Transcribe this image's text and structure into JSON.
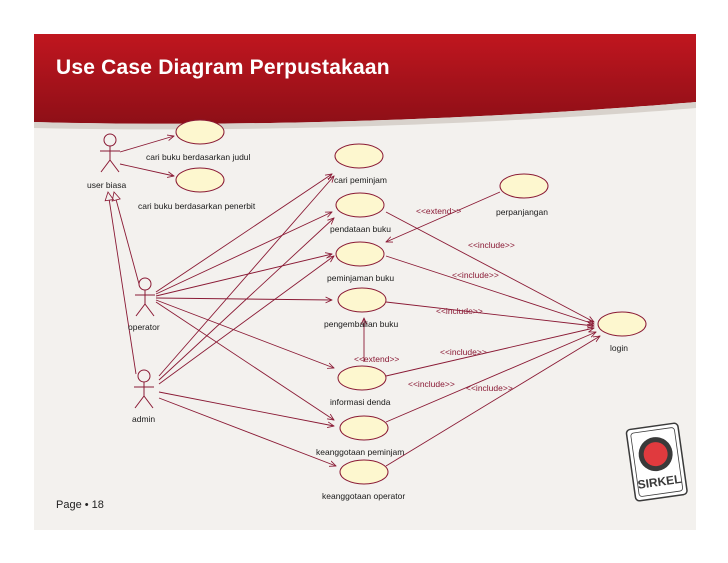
{
  "title": "Use Case Diagram Perpustakaan",
  "page_number": "Page • 18",
  "actors": {
    "user_biasa": "user biasa",
    "operator": "operator",
    "admin": "admin"
  },
  "use_cases": {
    "cari_judul": "cari buku berdasarkan judul",
    "cari_penerbit": "cari buku berdasarkan penerbit",
    "cari_peminjam": "cari peminjam",
    "pendataan_buku": "pendataan buku",
    "perpanjangan": "perpanjangan",
    "peminjaman_buku": "peminjaman buku",
    "pengembalian_buku": "pengembalian buku",
    "informasi_denda": "informasi denda",
    "keanggotaan_peminjam": "keanggotaan peminjam",
    "keanggotaan_operator": "keanggotaan operator",
    "login": "login"
  },
  "relations": {
    "extend_perpanjangan": "<<extend>>",
    "extend_denda": "<<extend>>",
    "include_pendataan": "<<include>>",
    "include_peminjaman": "<<include>>",
    "include_pengembalian": "<<include>>",
    "include_denda": "<<include>>",
    "include_peminjam": "<<include>>",
    "include_operator": "<<include>>"
  },
  "logo": {
    "text": "SIRKEL",
    "circle_color": "#e03a3e"
  },
  "colors": {
    "header": "#a8141c",
    "line": "#8a1a35",
    "usecase_fill": "#fdf7cf"
  }
}
